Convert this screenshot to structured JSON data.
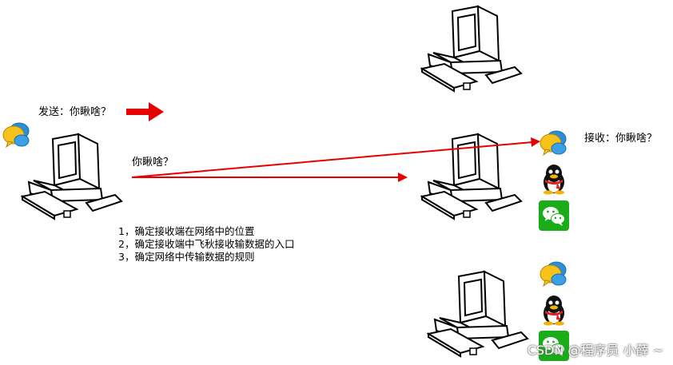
{
  "sender": {
    "send_label": "发送：你瞅啥？",
    "message_label": "你瞅啥？"
  },
  "receiver": {
    "receive_label": "接收：你瞅啥？"
  },
  "notes": [
    "1，确定接收端在网络中的位置",
    "2，确定接收端中飞秋接收输数据的入口",
    "3，确定网络中传输数据的规则"
  ],
  "watermark": "CSDN @程序员 小薛 ~",
  "colors": {
    "arrow": "#e60000",
    "wechat": "#1aad19",
    "chat_bubble": "#2a8fd6"
  },
  "icons": [
    "computer-icon",
    "chat-bubble-icon",
    "qq-penguin-icon",
    "wechat-icon"
  ]
}
